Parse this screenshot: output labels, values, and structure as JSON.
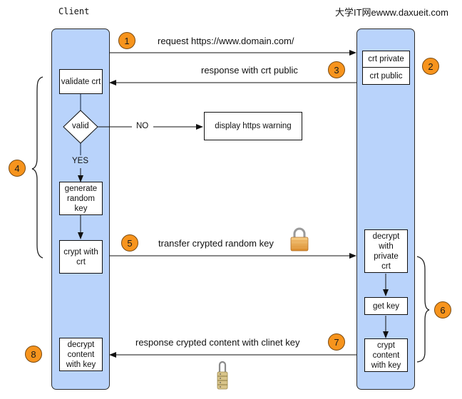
{
  "header": {
    "client_label": "Client",
    "watermark": "大学IT网ewww.daxueit.com"
  },
  "client": {
    "validate_crt": "validate crt",
    "valid_decision": "valid",
    "yes_label": "YES",
    "no_label": "NO",
    "display_warning": "display https warning",
    "generate_key": "generate random key",
    "crypt_with_crt": "crypt with crt",
    "decrypt_content": "decrypt content with key"
  },
  "server": {
    "crt_private": "crt private",
    "crt_public": "crt public",
    "decrypt_private": "decrypt with private crt",
    "get_key": "get key",
    "crypt_content": "crypt content with key"
  },
  "messages": [
    {
      "step": "1",
      "text": "request https://www.domain.com/"
    },
    {
      "step": "3",
      "text": "response with crt public"
    },
    {
      "step": "5",
      "text": "transfer crypted random key"
    },
    {
      "step": "7",
      "text": "response crypted content with clinet key"
    }
  ],
  "steps": {
    "s1": "1",
    "s2": "2",
    "s3": "3",
    "s4": "4",
    "s5": "5",
    "s6": "6",
    "s7": "7",
    "s8": "8"
  },
  "icons": {
    "lock_closed": "padlock-icon",
    "lock_combination": "combination-lock-icon"
  },
  "colors": {
    "lane": "#b9d3fb",
    "badge": "#f7941d"
  }
}
